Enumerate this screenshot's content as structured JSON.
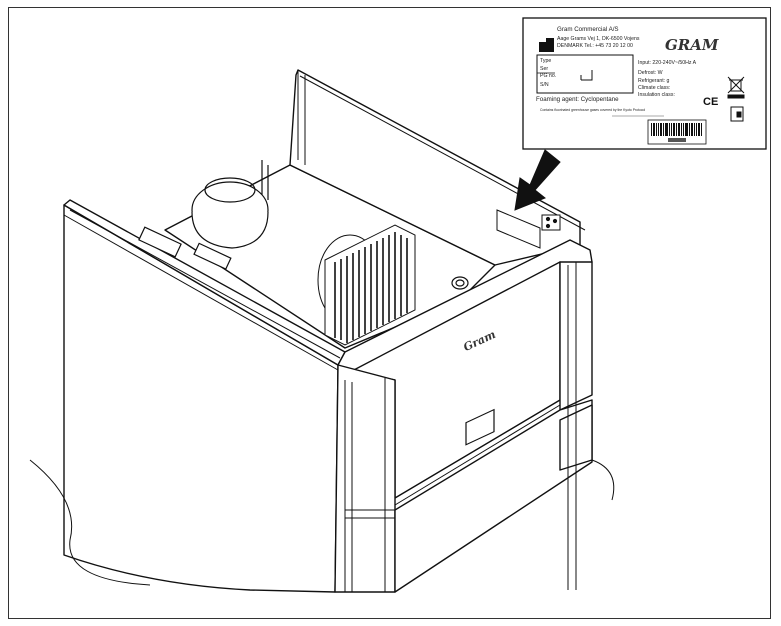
{
  "rating_plate": {
    "company_lines": [
      "Gram Commercial A/S",
      "Aage Grams Vej 1, DK-6500 Vojens",
      "DENMARK  Tel.: +45 73 20 12 00"
    ],
    "field_labels": [
      "Type",
      "Ser",
      "PG no.",
      "S/N"
    ],
    "electrical_lines": [
      "Input: 220-240V~/50Hz A",
      "Defrost: W",
      "Refrigerant: g",
      "Climate class:",
      "Insulation class:"
    ],
    "foaming_agent": "Foaming agent: Cyclopentane",
    "footnote": "Contains fluorinated greenhouse gases covered by the Kyoto Protocol",
    "logo_text": "GRAM",
    "ce_mark": "CE"
  },
  "cabinet": {
    "front_logo": "Gram"
  }
}
